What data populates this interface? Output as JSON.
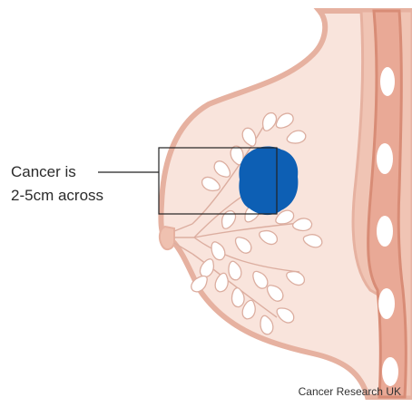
{
  "diagram": {
    "label_line_1": "Cancer is",
    "label_line_2": "2-5cm across",
    "credit": "Cancer Research UK"
  },
  "colors": {
    "skin_outline": "#e6b1a0",
    "breast_fill": "#f9e4dc",
    "rib_band": "#e9a996",
    "rib_core": "#d88c76",
    "lobule_stroke": "#dcaea0",
    "nipple": "#efc1b0",
    "tumour": "#0d5fb4",
    "pointer_box": "#222222"
  },
  "icons": {
    "tumour": "tumour-blob",
    "lobules": "lobule-cluster"
  }
}
